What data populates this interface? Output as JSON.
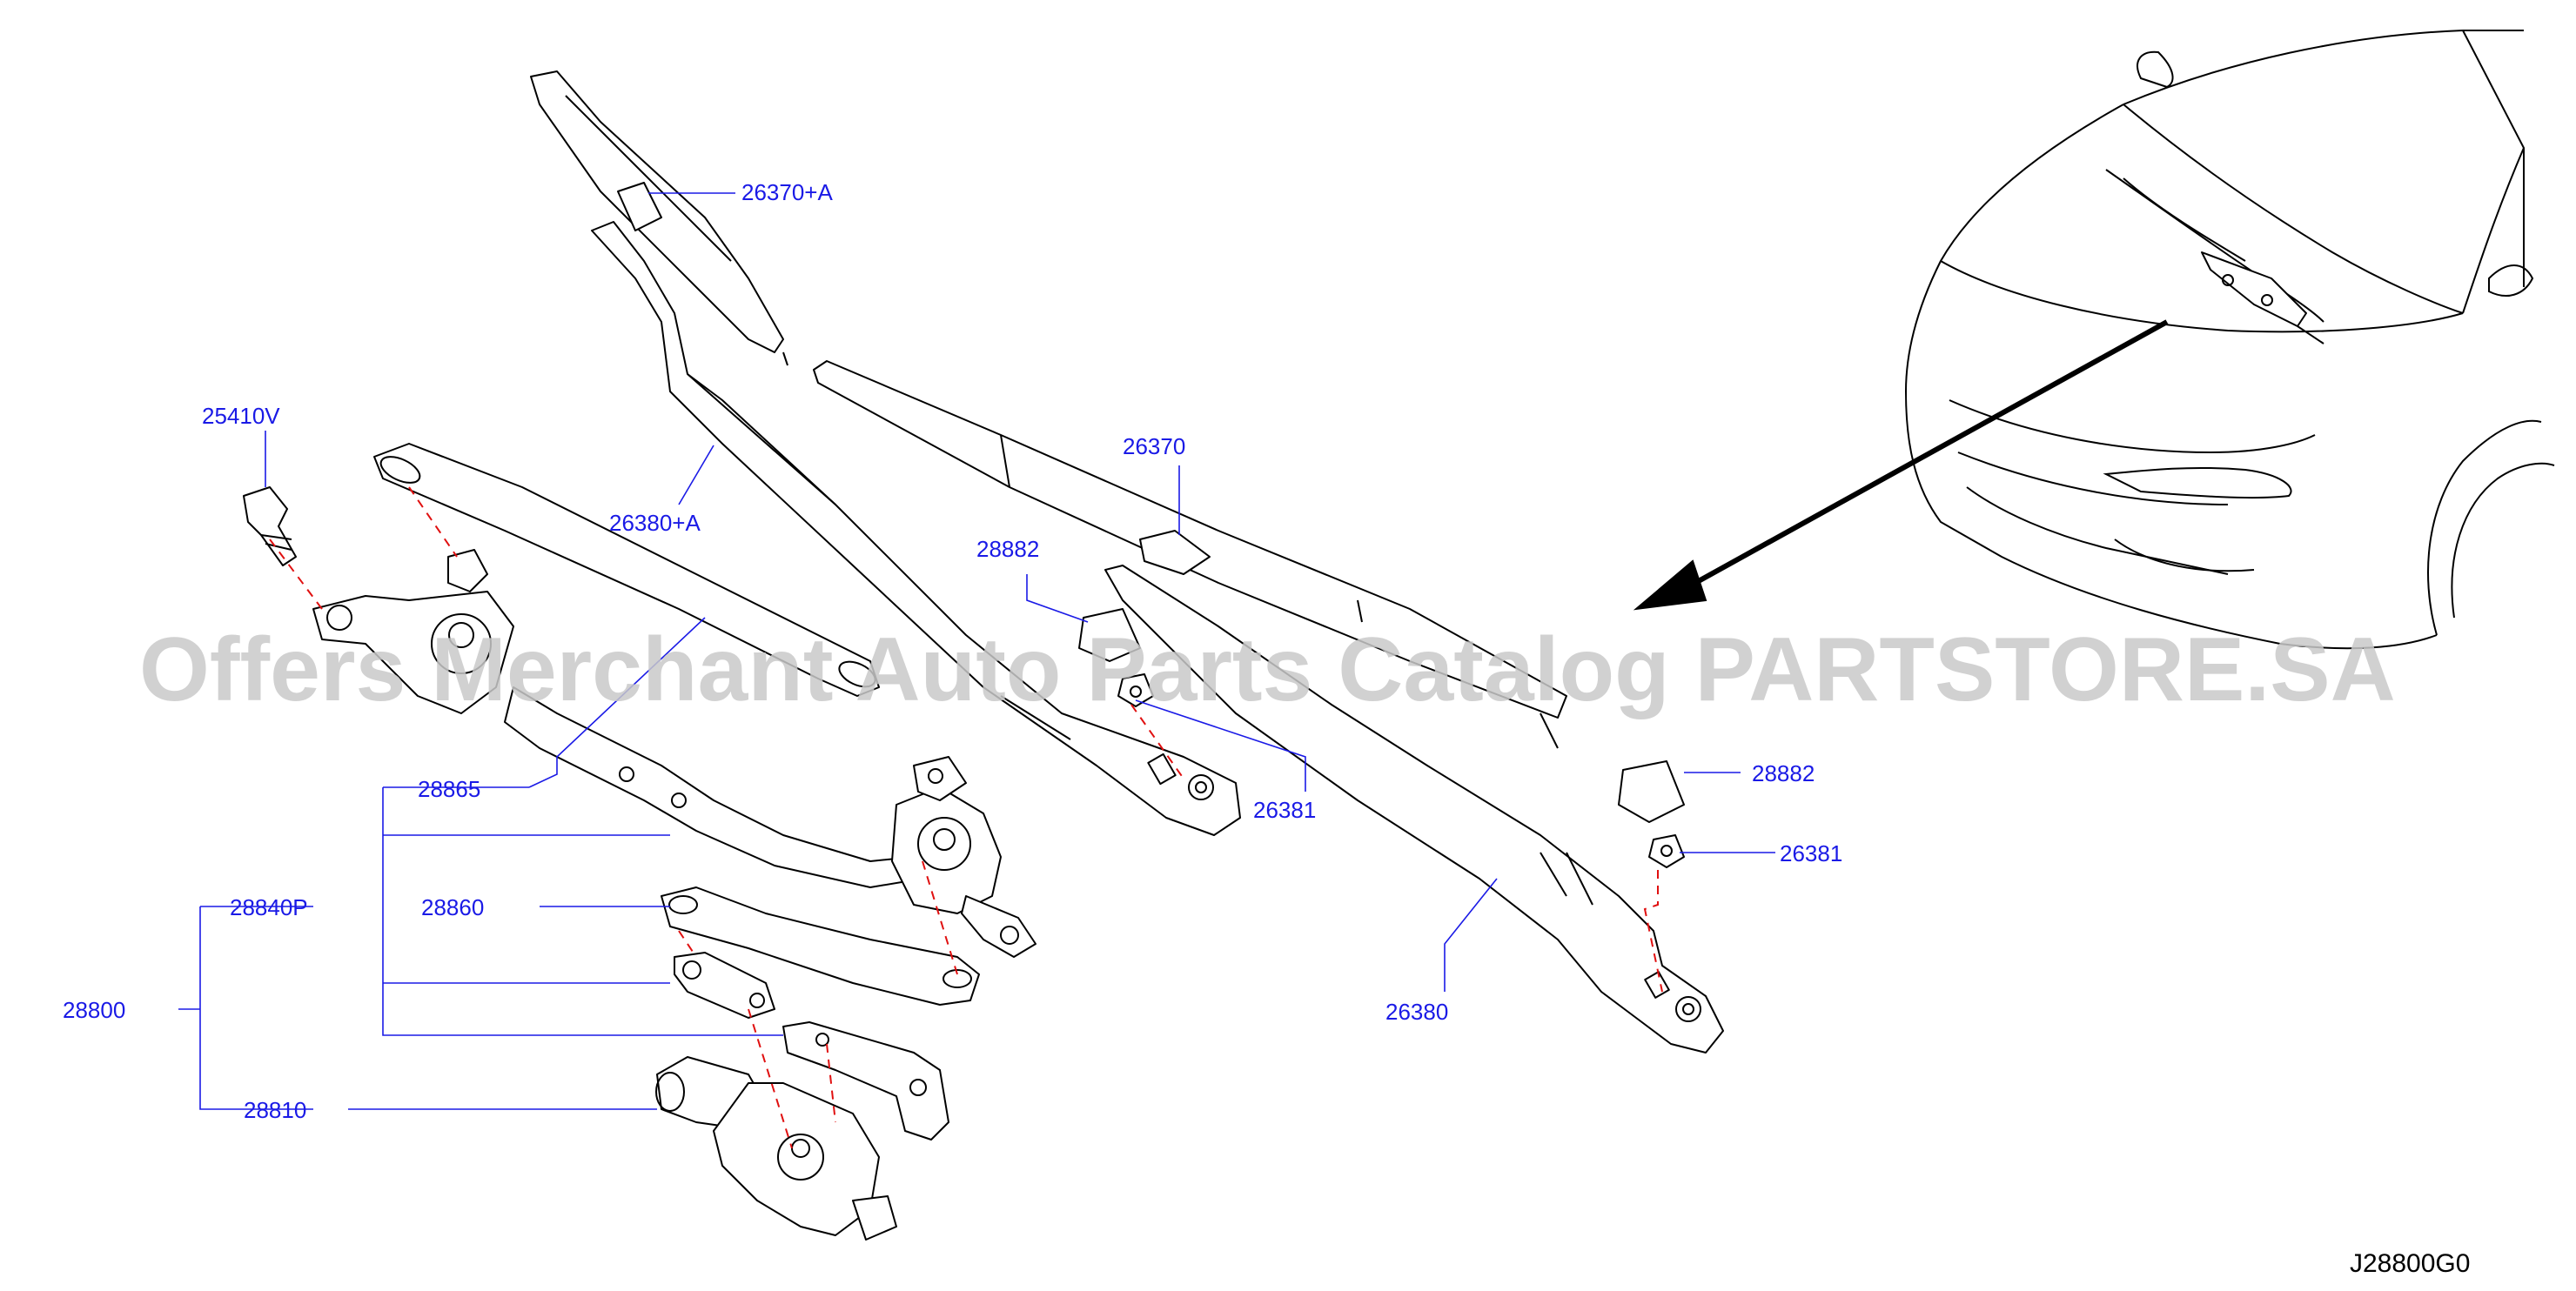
{
  "callouts": {
    "c26370a": "26370+A",
    "c25410v": "25410V",
    "c26370": "26370",
    "c26380a": "26380+A",
    "c28882_top": "28882",
    "c28865": "28865",
    "c26381_mid": "26381",
    "c28882_right": "28882",
    "c26381_right": "26381",
    "c28860": "28860",
    "c28840p": "28840P",
    "c28800": "28800",
    "c26380": "26380",
    "c28810": "28810"
  },
  "diagram_code": "J28800G0",
  "watermark": "Offers Merchant Auto Parts Catalog PARTSTORE.SA",
  "colors": {
    "callout_text": "#1a1ae6",
    "leader_line": "#1a1ae6",
    "hidden_line": "#e01010",
    "outline": "#000000",
    "watermark": "#c9c9c9"
  }
}
